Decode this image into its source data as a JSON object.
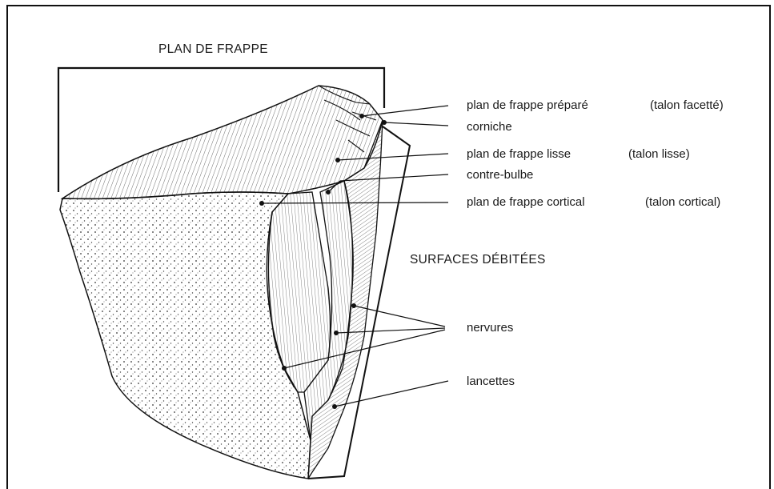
{
  "diagram": {
    "header": "PLAN DE FRAPPE",
    "section_label": "SURFACES DÉBITÉES",
    "labels": {
      "prepared": "plan de frappe préparé",
      "prepared_note": "(talon facetté)",
      "corniche": "corniche",
      "smooth": "plan de frappe lisse",
      "smooth_note": "(talon lisse)",
      "counter_bulb": "contre-bulbe",
      "cortical": "plan de frappe cortical",
      "cortical_note": "(talon cortical)",
      "ridges": "nervures",
      "lancets": "lancettes"
    }
  }
}
